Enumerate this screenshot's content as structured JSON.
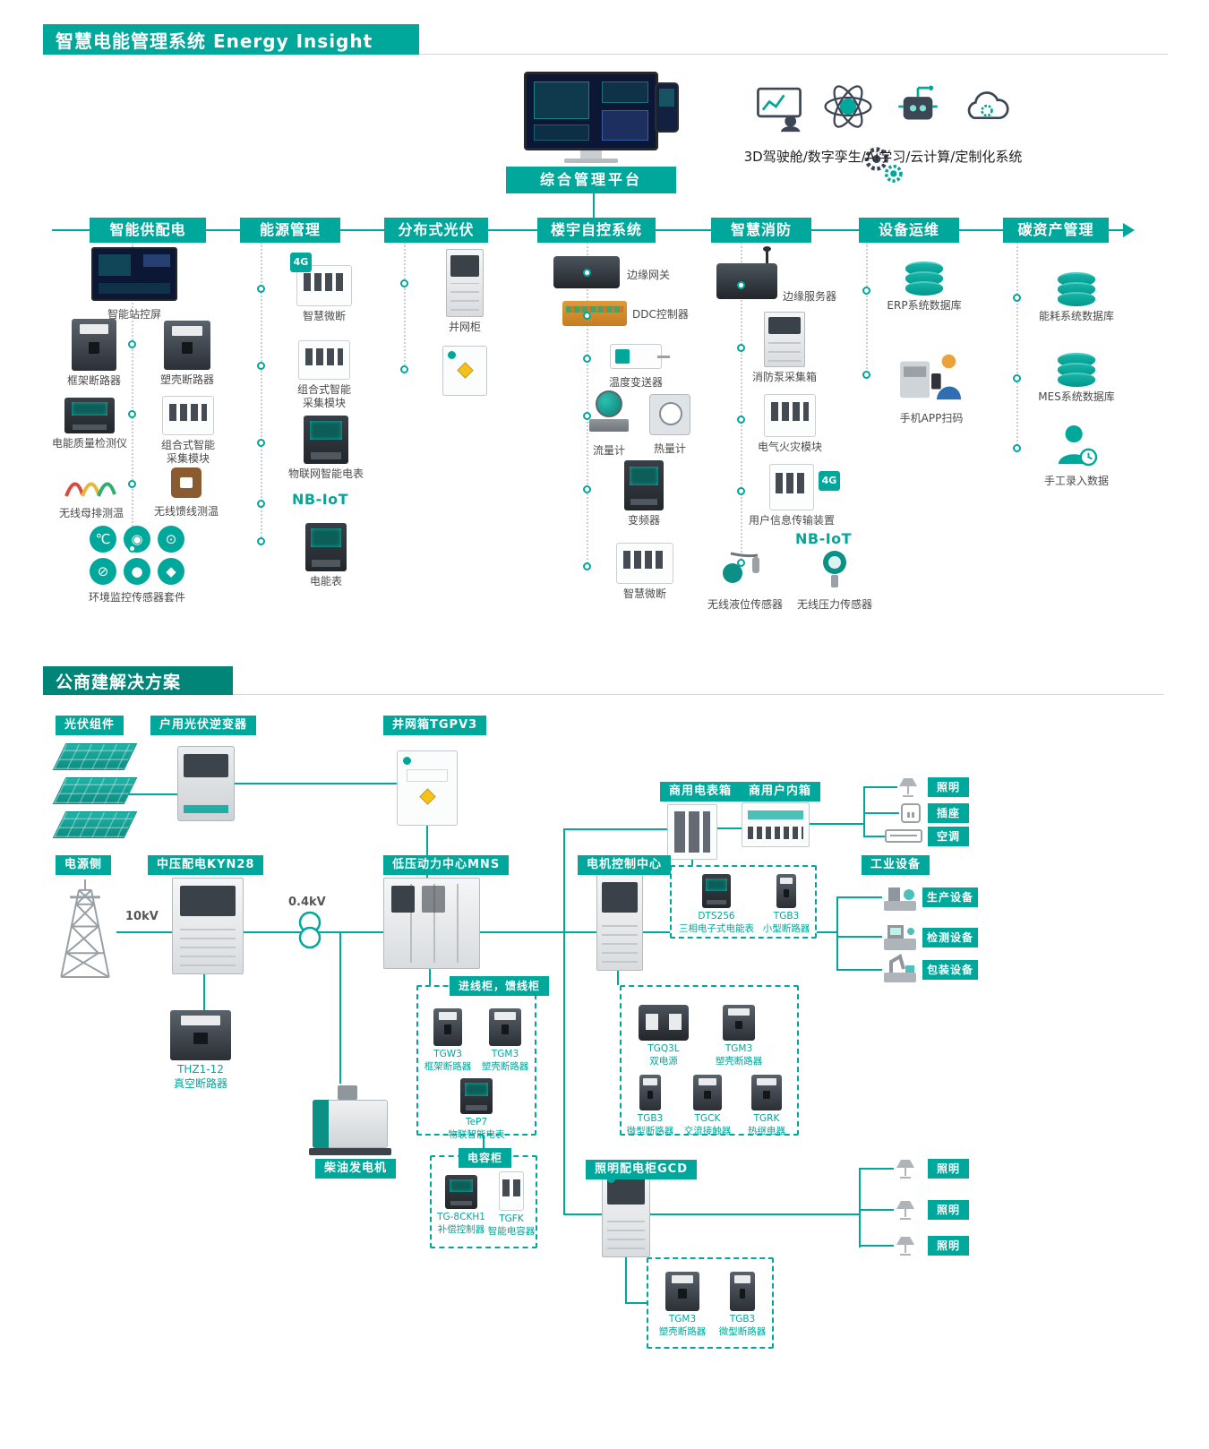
{
  "theme": {
    "accent": "#00a79b",
    "accent_dark": "#008578"
  },
  "s1": {
    "title": "智慧电能管理系统 Energy Insight",
    "platform_label": "综合管理平台",
    "tech_caption": "3D驾驶舱/数字孪生/Ai学习/云计算/定制化系统",
    "badge_4g": "4G",
    "env_icons": [
      "℃",
      "◉",
      "⊙",
      "⊘",
      "●",
      "◆"
    ],
    "columns": [
      {
        "header": "智能供配电",
        "items": [
          "智能站控屏",
          "框架断路器",
          "塑壳断路器",
          "电能质量检测仪",
          "组合式智能\n采集模块",
          "无线母排测温",
          "无线馈线测温",
          "环境监控传感器套件"
        ]
      },
      {
        "header": "能源管理",
        "items": [
          "智慧微断",
          "组合式智能\n采集模块",
          "物联网智能电表",
          "NB-IoT",
          "电能表"
        ]
      },
      {
        "header": "分布式光伏",
        "items": [
          "并网柜"
        ]
      },
      {
        "header": "楼宇自控系统",
        "items": [
          "边缘网关",
          "DDC控制器",
          "温度变送器",
          "流量计",
          "热量计",
          "变频器",
          "智慧微断"
        ]
      },
      {
        "header": "智慧消防",
        "items": [
          "边缘服务器",
          "消防泵采集箱",
          "电气火灾模块",
          "用户信息传输装置",
          "NB-IoT",
          "无线液位传感器",
          "无线压力传感器"
        ]
      },
      {
        "header": "设备运维",
        "items": [
          "ERP系统数据库",
          "手机APP扫码"
        ]
      },
      {
        "header": "碳资产管理",
        "items": [
          "能耗系统数据库",
          "MES系统数据库",
          "手工录入数据"
        ]
      }
    ]
  },
  "s2": {
    "title": "公商建解决方案",
    "pv_module": "光伏组件",
    "inverter": "户用光伏逆变器",
    "grid_box": "并网箱TGPV3",
    "meter_box": "商用电表箱",
    "indoor_box": "商用户内箱",
    "load_lighting": "照明",
    "load_socket": "插座",
    "load_ac": "空调",
    "power_side": "电源侧",
    "mv_dist": "中压配电KYN28",
    "v10kv": "10kV",
    "v04kv": "0.4kV",
    "lv_center": "低压动力中心MNS",
    "mcc": "电机控制中心",
    "industrial": "工业设备",
    "production": "生产设备",
    "testing": "检测设备",
    "packaging": "包装设备",
    "dts256": "DTS256\n三相电子式电能表",
    "tgb3_small": "TGB3\n小型断路器",
    "thz112": "THZ1-12\n真空断路器",
    "incoming_cab": "进线柜，馈线柜",
    "tgw3": "TGW3\n框架断路器",
    "tgm3_a": "TGM3\n塑壳断路器",
    "tep7": "TeP7\n物联智能电表",
    "diesel_gen": "柴油发电机",
    "cap_cab": "电容柜",
    "tg8ckh1": "TG-8CKH1\n补偿控制器",
    "tgfk": "TGFK\n智能电容器",
    "tgq3l": "TGQ3L\n双电源",
    "tgm3_b": "TGM3\n塑壳断路器",
    "tgb3_micro_a": "TGB3\n微型断路器",
    "tgck": "TGCK\n交流接触器",
    "tgrk": "TGRK\n热继电器",
    "gcd": "照明配电柜GCD",
    "light1": "照明",
    "light2": "照明",
    "light3": "照明",
    "tgm3_c": "TGM3\n塑壳断路器",
    "tgb3_micro_b": "TGB3\n微型断路器"
  }
}
